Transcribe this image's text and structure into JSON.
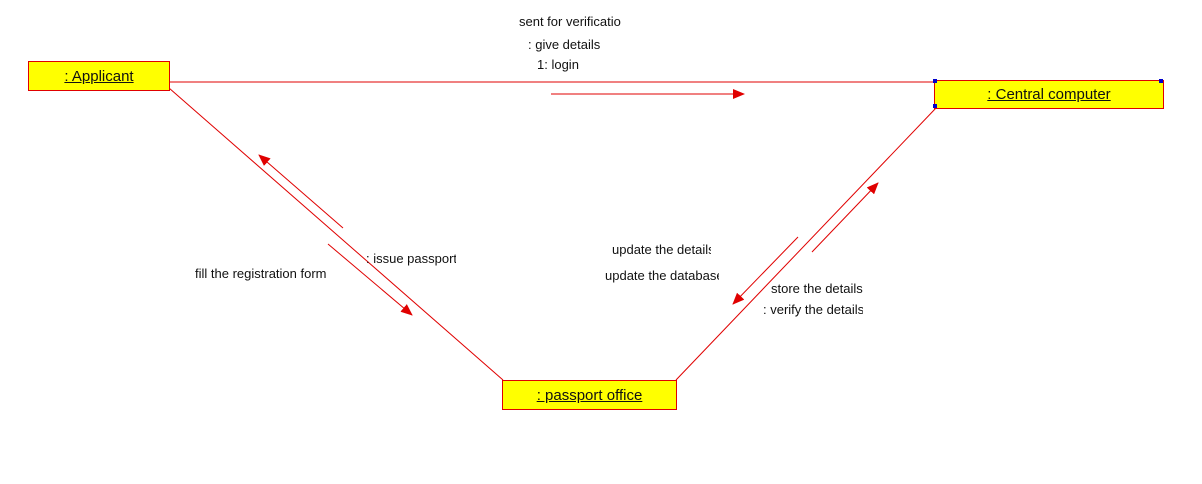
{
  "objects": {
    "applicant": ": Applicant",
    "central": ": Central computer",
    "passport": ": passport office"
  },
  "messages": {
    "top": [
      "sent for verificatio",
      ": give details",
      "1: login"
    ],
    "left_outgoing": "fill the registration form",
    "left_return": ": issue passport",
    "right_return": [
      "update the details",
      "update the database"
    ],
    "right_outgoing": [
      "store the details",
      ": verify the details"
    ]
  },
  "colors": {
    "object_fill": "#ffff00",
    "link": "#e00000",
    "selection_handle": "#0000cc"
  }
}
